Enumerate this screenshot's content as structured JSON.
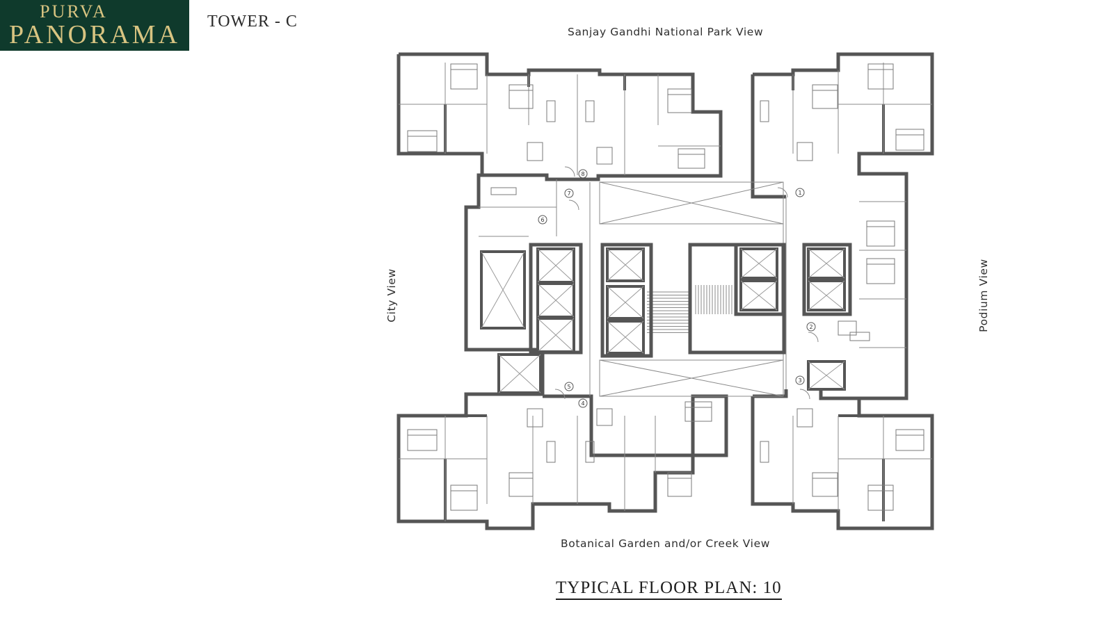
{
  "brand": {
    "line1": "PURVA",
    "line2": "PANORAMA",
    "bg_color": "#0f3a2c",
    "text_color": "#d8c481"
  },
  "tower_label": "TOWER - C",
  "views": {
    "top": "Sanjay Gandhi National Park View",
    "bottom": "Botanical Garden and/or Creek View",
    "left": "City  View",
    "right": "Podium View"
  },
  "plan_title": "TYPICAL FLOOR PLAN: 10",
  "unit_markers": [
    "1",
    "2",
    "3",
    "4",
    "5",
    "6",
    "7",
    "8"
  ],
  "colors": {
    "wall": "#555555",
    "line": "#8a8a8a",
    "fill": "#ffffff"
  }
}
